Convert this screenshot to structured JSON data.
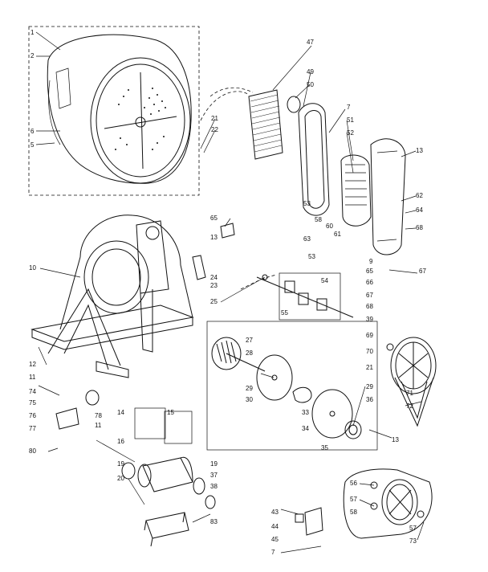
{
  "callouts": [
    {
      "id": "c1",
      "text": "1"
    },
    {
      "id": "c2",
      "text": "2"
    },
    {
      "id": "c6",
      "text": "6"
    },
    {
      "id": "c5",
      "text": "5"
    },
    {
      "id": "c47",
      "text": "47"
    },
    {
      "id": "c49",
      "text": "49"
    },
    {
      "id": "c50",
      "text": "50"
    },
    {
      "id": "c21a",
      "text": "21"
    },
    {
      "id": "c22",
      "text": "22"
    },
    {
      "id": "c7a",
      "text": "7"
    },
    {
      "id": "c51",
      "text": "51"
    },
    {
      "id": "c52",
      "text": "52"
    },
    {
      "id": "c13a",
      "text": "13"
    },
    {
      "id": "c62",
      "text": "62"
    },
    {
      "id": "c64",
      "text": "64"
    },
    {
      "id": "c68",
      "text": "68"
    },
    {
      "id": "c65a",
      "text": "65"
    },
    {
      "id": "c13b",
      "text": "13"
    },
    {
      "id": "c53a",
      "text": "53"
    },
    {
      "id": "c63",
      "text": "63"
    },
    {
      "id": "c53b",
      "text": "53"
    },
    {
      "id": "c58",
      "text": "58"
    },
    {
      "id": "c60",
      "text": "60"
    },
    {
      "id": "c61",
      "text": "61"
    },
    {
      "id": "c9",
      "text": "9"
    },
    {
      "id": "c67",
      "text": "67"
    },
    {
      "id": "c10",
      "text": "10"
    },
    {
      "id": "c24",
      "text": "24"
    },
    {
      "id": "c23",
      "text": "23"
    },
    {
      "id": "c54",
      "text": "54"
    },
    {
      "id": "c55",
      "text": "55"
    },
    {
      "id": "c65b",
      "text": "65"
    },
    {
      "id": "c66",
      "text": "66"
    },
    {
      "id": "c67b",
      "text": "67"
    },
    {
      "id": "c25",
      "text": "25"
    },
    {
      "id": "c68b",
      "text": "68"
    },
    {
      "id": "c39",
      "text": "39"
    },
    {
      "id": "c69",
      "text": "69"
    },
    {
      "id": "c70",
      "text": "70"
    },
    {
      "id": "c21b",
      "text": "21"
    },
    {
      "id": "c27",
      "text": "27"
    },
    {
      "id": "c28",
      "text": "28"
    },
    {
      "id": "c29a",
      "text": "29"
    },
    {
      "id": "c30",
      "text": "30"
    },
    {
      "id": "c12",
      "text": "12"
    },
    {
      "id": "c11",
      "text": "11"
    },
    {
      "id": "c74",
      "text": "74"
    },
    {
      "id": "c75",
      "text": "75"
    },
    {
      "id": "c76",
      "text": "76"
    },
    {
      "id": "c78",
      "text": "78"
    },
    {
      "id": "c11b",
      "text": "11"
    },
    {
      "id": "c77",
      "text": "77"
    },
    {
      "id": "c80",
      "text": "80"
    },
    {
      "id": "c14",
      "text": "14"
    },
    {
      "id": "c15",
      "text": "15"
    },
    {
      "id": "c16",
      "text": "16"
    },
    {
      "id": "c19a",
      "text": "19"
    },
    {
      "id": "c20",
      "text": "20"
    },
    {
      "id": "c19b",
      "text": "19"
    },
    {
      "id": "c37",
      "text": "37"
    },
    {
      "id": "c38a",
      "text": "38"
    },
    {
      "id": "c83",
      "text": "83"
    },
    {
      "id": "c33a",
      "text": "33"
    },
    {
      "id": "c34",
      "text": "34"
    },
    {
      "id": "c29b",
      "text": "29"
    },
    {
      "id": "c36",
      "text": "36"
    },
    {
      "id": "c35",
      "text": "35"
    },
    {
      "id": "c71",
      "text": "71"
    },
    {
      "id": "c72",
      "text": "72"
    },
    {
      "id": "c13c",
      "text": "13"
    },
    {
      "id": "c56",
      "text": "56"
    },
    {
      "id": "c57a",
      "text": "57"
    },
    {
      "id": "c58b",
      "text": "58"
    },
    {
      "id": "c57b",
      "text": "57"
    },
    {
      "id": "c73",
      "text": "73"
    },
    {
      "id": "c43",
      "text": "43"
    },
    {
      "id": "c44",
      "text": "44"
    },
    {
      "id": "c45",
      "text": "45"
    },
    {
      "id": "c7b",
      "text": "7"
    }
  ]
}
